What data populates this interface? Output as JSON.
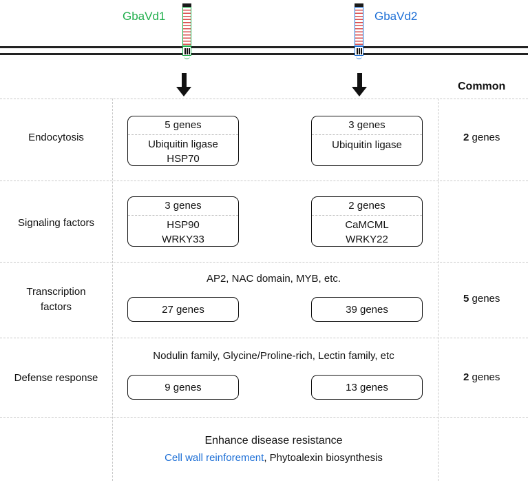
{
  "receptors": [
    {
      "name": "GbaVd1",
      "color": "#1fae4b",
      "stripe_color": "#d94a4a"
    },
    {
      "name": "GbaVd2",
      "color": "#1d6fd6",
      "stripe_color": "#d94a4a"
    }
  ],
  "common_header": "Common",
  "categories": [
    {
      "label": "Endocytosis",
      "left": {
        "count": "5 genes",
        "items": [
          "Ubiquitin ligase",
          "HSP70"
        ]
      },
      "right": {
        "count": "3 genes",
        "items": [
          "Ubiquitin ligase"
        ]
      },
      "common": {
        "number": "2",
        "unit": " genes"
      }
    },
    {
      "label": "Signaling factors",
      "left": {
        "count": "3 genes",
        "items": [
          "HSP90",
          "WRKY33"
        ]
      },
      "right": {
        "count": "2 genes",
        "items": [
          "CaMCML",
          "WRKY22"
        ]
      },
      "common": null
    },
    {
      "label": "Transcription factors",
      "label_lines": [
        "Transcription",
        "factors"
      ],
      "families": "AP2, NAC domain, MYB, etc.",
      "left": {
        "count": "27 genes"
      },
      "right": {
        "count": "39 genes"
      },
      "common": {
        "number": "5",
        "unit": " genes"
      }
    },
    {
      "label": "Defense response",
      "families": "Nodulin family, Glycine/Proline-rich, Lectin family, etc",
      "left": {
        "count": "9 genes"
      },
      "right": {
        "count": "13 genes"
      },
      "common": {
        "number": "2",
        "unit": " genes"
      }
    }
  ],
  "outcome": {
    "title": "Enhance disease resistance",
    "highlight": "Cell wall reinforement",
    "highlight_color": "#1d6fd6",
    "rest": ", Phytoalexin biosynthesis"
  }
}
